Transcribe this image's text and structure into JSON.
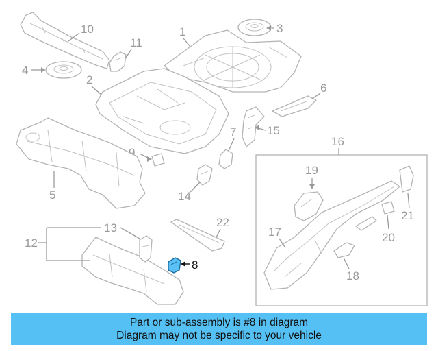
{
  "callouts": {
    "c1": "1",
    "c2": "2",
    "c3": "3",
    "c4": "4",
    "c5": "5",
    "c6": "6",
    "c7": "7",
    "c8": "8",
    "c9": "9",
    "c10": "10",
    "c11": "11",
    "c12": "12",
    "c13": "13",
    "c14": "14",
    "c15": "15",
    "c16": "16",
    "c17": "17",
    "c18": "18",
    "c19": "19",
    "c20": "20",
    "c21": "21",
    "c22": "22"
  },
  "highlight_color": "#5bc0f5",
  "banner": {
    "line1": "Part or sub-assembly is #8 in diagram",
    "line2": "Diagram may not be specific to your vehicle",
    "background": "#55c0f4"
  }
}
